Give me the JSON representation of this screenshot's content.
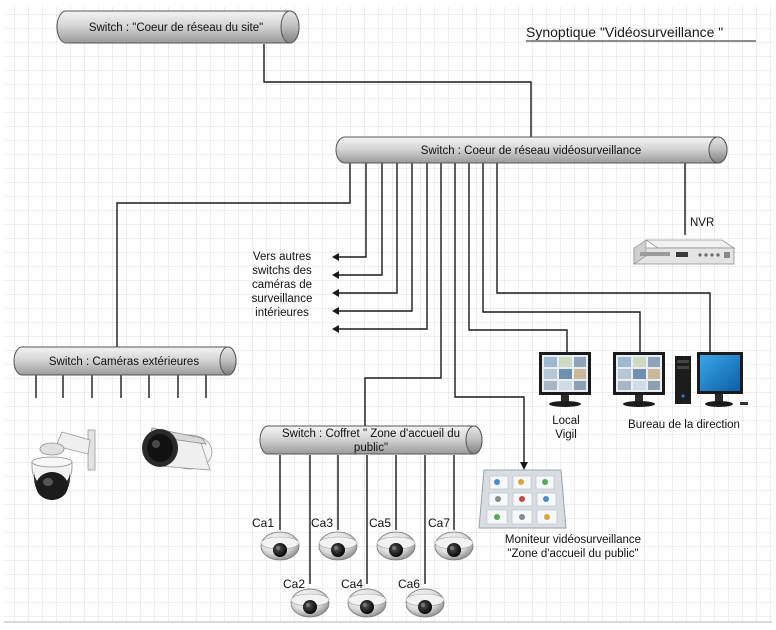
{
  "title": "Synoptique \"Vidéosurveillance \"",
  "switches": {
    "site_core": "Switch : \"Coeur de réseau du site\"",
    "video_core": "Switch : Coeur de réseau vidéosurveillance",
    "exterior": "Switch : Caméras extérieures",
    "public_zone_line1": "Switch : Coffret \" Zone d'accueil du",
    "public_zone_line2": "public\""
  },
  "other_switches_note": [
    "Vers autres",
    "switchs des",
    "caméras de",
    "surveillance",
    "intérieures"
  ],
  "nvr_label": "NVR",
  "local_vigil_label": [
    "Local",
    "Vigil"
  ],
  "director_office_label": "Bureau de la direction",
  "monitor_label": [
    "Moniteur vidéosurveillance",
    "\"Zone d'accueil du public\""
  ],
  "cameras_top": [
    "Ca1",
    "Ca3",
    "Ca5",
    "Ca7"
  ],
  "cameras_bottom": [
    "Ca2",
    "Ca4",
    "Ca6"
  ]
}
